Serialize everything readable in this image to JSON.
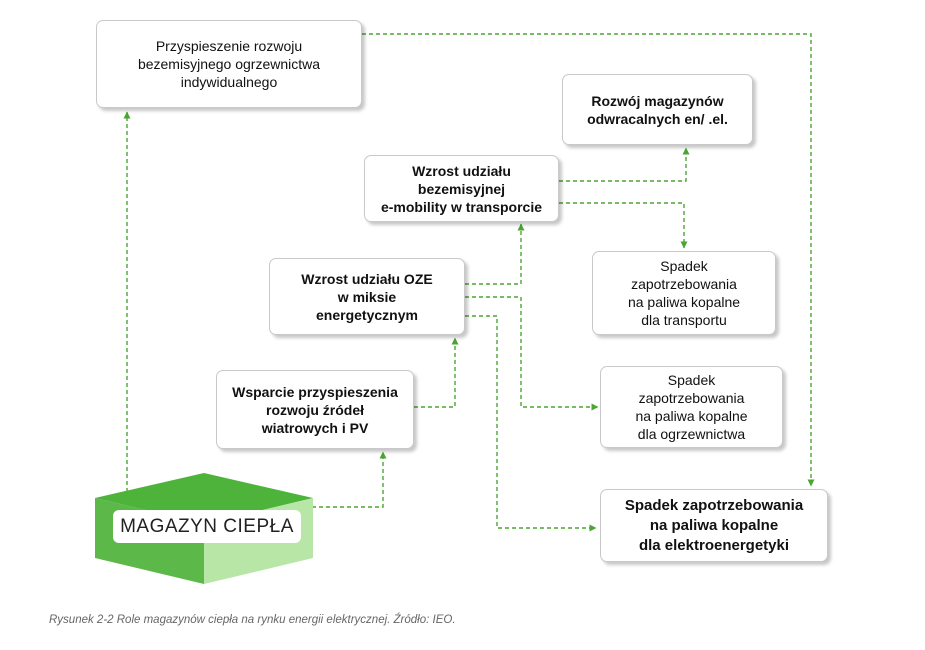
{
  "colors": {
    "connector": "#4aa532",
    "cube_top": "#4db33a",
    "cube_left": "#5cb848",
    "cube_right": "#b8e6a6"
  },
  "nodes": {
    "heating": "Przyspieszenie rozwoju\nbezemisyjnego ogrzewnictwa\nindywidualnego",
    "storage": "Rozwój magazynów\nodwracalnych en/ .el.",
    "emobility": "Wzrost udziału\nbezemisyjnej\ne-mobility w transporcie",
    "transport_demand": "Spadek\nzapotrzebowania\nna paliwa kopalne\ndla transportu",
    "oze": "Wzrost udziału OZE\nw miksie\nenergetycznym",
    "heating_demand": "Spadek\nzapotrzebowania\nna paliwa kopalne\ndla ogrzewnictwa",
    "wind_pv": "Wsparcie przyspieszenia\nrozwoju źródeł\nwiatrowych i PV",
    "power_demand": "Spadek zapotrzebowania\nna paliwa kopalne\ndla elektroenergetyki"
  },
  "cube_label": "MAGAZYN CIEPŁA",
  "caption": "Rysunek 2-2 Role magazynów ciepła na rynku energii elektrycznej. Źródło: IEO."
}
